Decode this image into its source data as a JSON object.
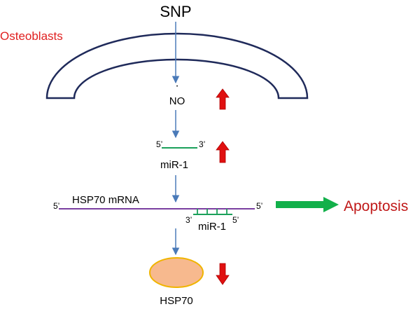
{
  "labels": {
    "snp": "SNP",
    "osteoblasts": "Osteoblasts",
    "no_dot": "·",
    "no": "NO",
    "mir1_five_prime": "5’",
    "mir1_three_prime": "3’",
    "mir1": "miR-1",
    "hsp70_mrna": "HSP70 mRNA",
    "mrna_five_prime_left": "5’",
    "mrna_five_prime_right": "5’",
    "bound_three_prime": "3’",
    "bound_mir1": "miR-1",
    "bound_five_prime": "5’",
    "apoptosis": "Apoptosis",
    "hsp70": "HSP70"
  },
  "colors": {
    "cell_outline": "#1f2a5a",
    "flow_arrow": "#4a7ab8",
    "mirna_strand": "#1aa05a",
    "mrna_strand": "#7a3ea0",
    "up_arrow": "#e01010",
    "down_arrow": "#e01010",
    "apoptosis_arrow": "#12b04a",
    "red_label": "#e02020",
    "dark_red_label": "#c01818",
    "protein_fill": "#f7b98e",
    "protein_stroke": "#f0b400"
  }
}
